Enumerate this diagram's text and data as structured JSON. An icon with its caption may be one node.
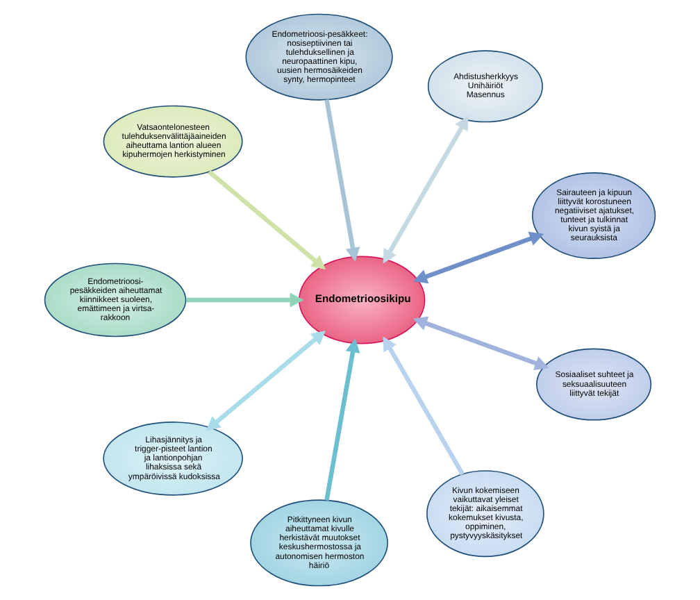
{
  "diagram": {
    "nodes": [
      {
        "text": [
          "Endometrioosikipu"
        ]
      },
      {
        "text": [
          "Endometrioosi-pesäkkeet: nosiseptiivinen tai tulehduksellinen ja neuropaattinen kipu, uusien hermosäikeiden synty, hermopinteet"
        ]
      },
      {
        "text": [
          "Ahdistusherkkyys",
          "Unihäiriöt",
          "Masennus"
        ]
      },
      {
        "text": [
          "Sairauteen ja kipuun liittyvät korostuneen negatiiviset ajatukset, tunteet ja tulkinnat kivun syistä ja seurauksista"
        ]
      },
      {
        "text": [
          "Sosiaaliset suhteet ja seksuaalisuuteen liittyvät tekijät"
        ]
      },
      {
        "text": [
          "Kivun kokemiseen vaikuttavat yleiset tekijät: aikaisemmat kokemukset kivusta, oppiminen, pystyvyyskäsitykset"
        ]
      },
      {
        "text": [
          "Pitkittyneen kivun aiheuttamat kivulle herkistävät muutokset keskushermostossa ja autonomisen hermoston häiriö"
        ]
      },
      {
        "text": [
          "Lihasjännitys ja trigger-pisteet lantion ja lantionpohjan lihaksissa sekä ympäröivissä kudoksissa"
        ]
      },
      {
        "text": [
          "Endometrioosi-pesäkkeiden aiheuttamat kiinnikkeet suoleen, emättimeen ja virtsa-rakkoon"
        ]
      },
      {
        "text": [
          "Vatsaontelonesteen tulehduksenvälittäjäaineiden aiheuttama lantion alueen kipuhermojen herkistyminen"
        ]
      }
    ],
    "edges": [
      {
        "from": 1,
        "to": 0,
        "arrow": "to",
        "color": "#a7c4d6"
      },
      {
        "from": 2,
        "to": 0,
        "arrow": "both",
        "color": "#c5d9e3"
      },
      {
        "from": 3,
        "to": 0,
        "arrow": "both",
        "color": "#6f8fc9"
      },
      {
        "from": 4,
        "to": 0,
        "arrow": "both",
        "color": "#9fb3dc"
      },
      {
        "from": 5,
        "to": 0,
        "arrow": "to",
        "color": "#b9d3ee"
      },
      {
        "from": 6,
        "to": 0,
        "arrow": "to",
        "color": "#6cbfd0"
      },
      {
        "from": 7,
        "to": 0,
        "arrow": "both",
        "color": "#a9dcea"
      },
      {
        "from": 8,
        "to": 0,
        "arrow": "to",
        "color": "#8fd3b8"
      },
      {
        "from": 9,
        "to": 0,
        "arrow": "to",
        "color": "#cfe3a8"
      }
    ]
  }
}
